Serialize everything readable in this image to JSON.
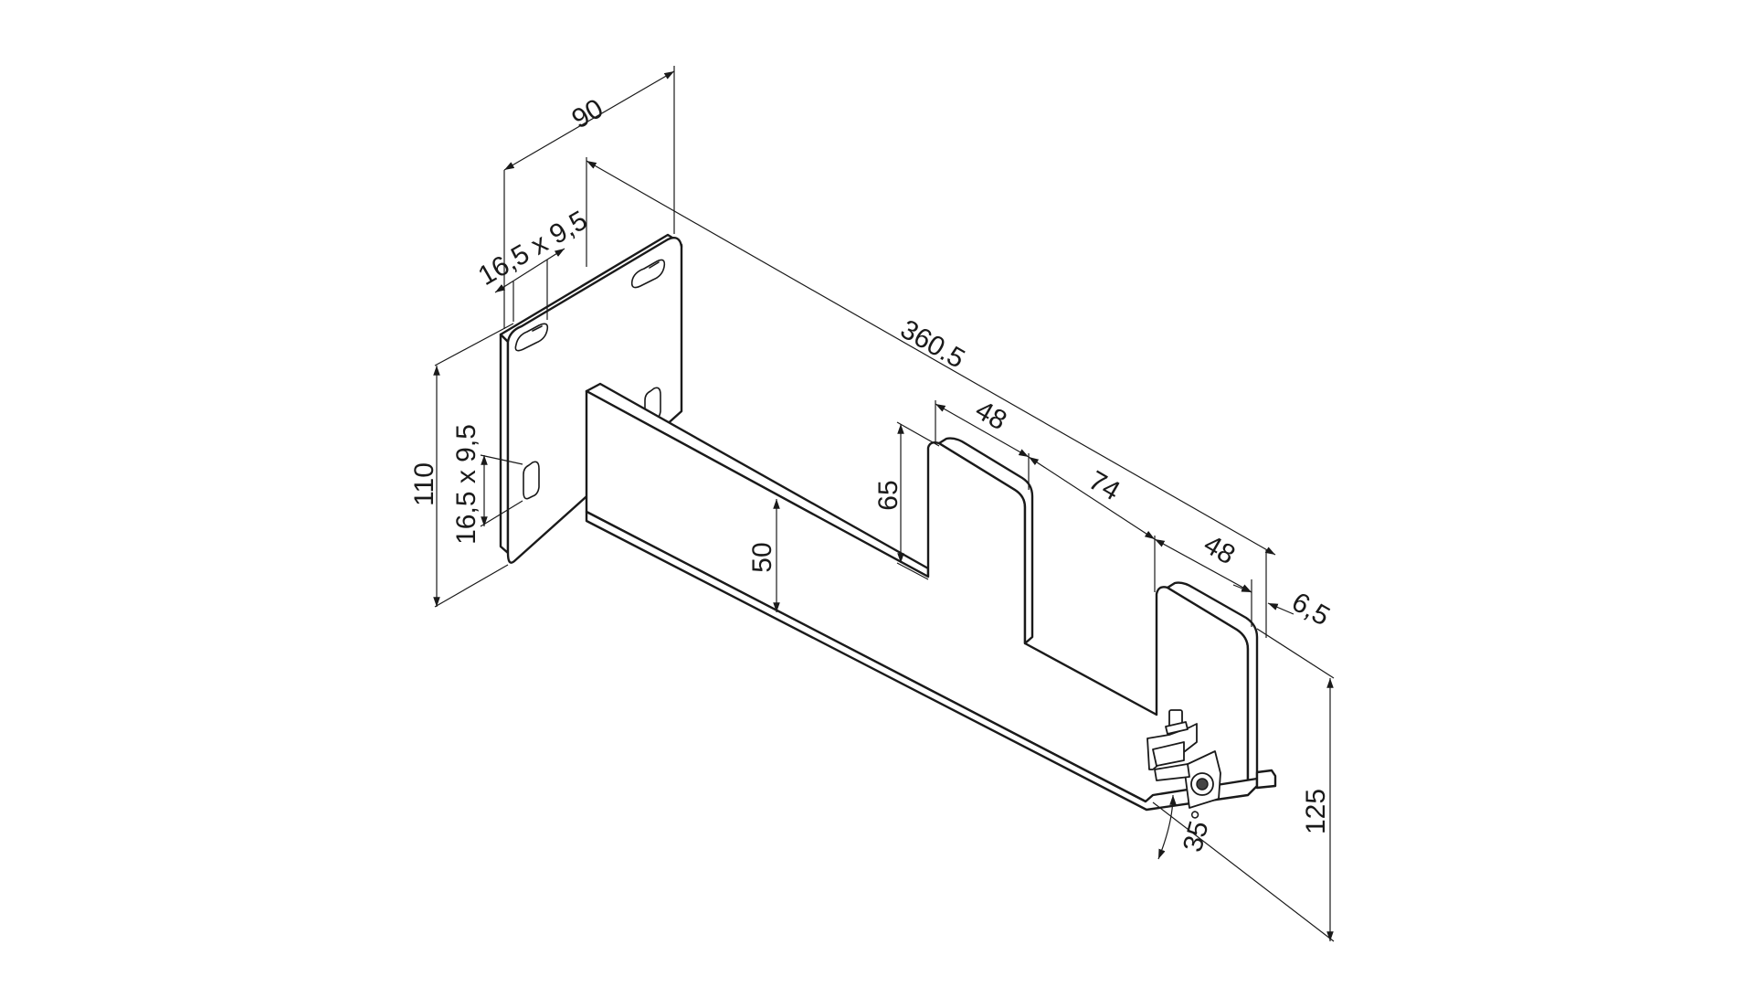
{
  "dimensions": {
    "overall_width": "90",
    "slot_top": "16,5 x 9,5",
    "slot_left": "16,5 x 9,5",
    "plate_height": "110",
    "overall_length": "360.5",
    "notch_a_width": "48",
    "notch_a_depth": "65",
    "arm_height": "50",
    "notch_gap": "74",
    "notch_b_width": "48",
    "edge_offset": "6,5",
    "total_height": "125",
    "angle": "35°"
  },
  "colors": {
    "line": "#1a1a1a",
    "background": "#ffffff"
  }
}
